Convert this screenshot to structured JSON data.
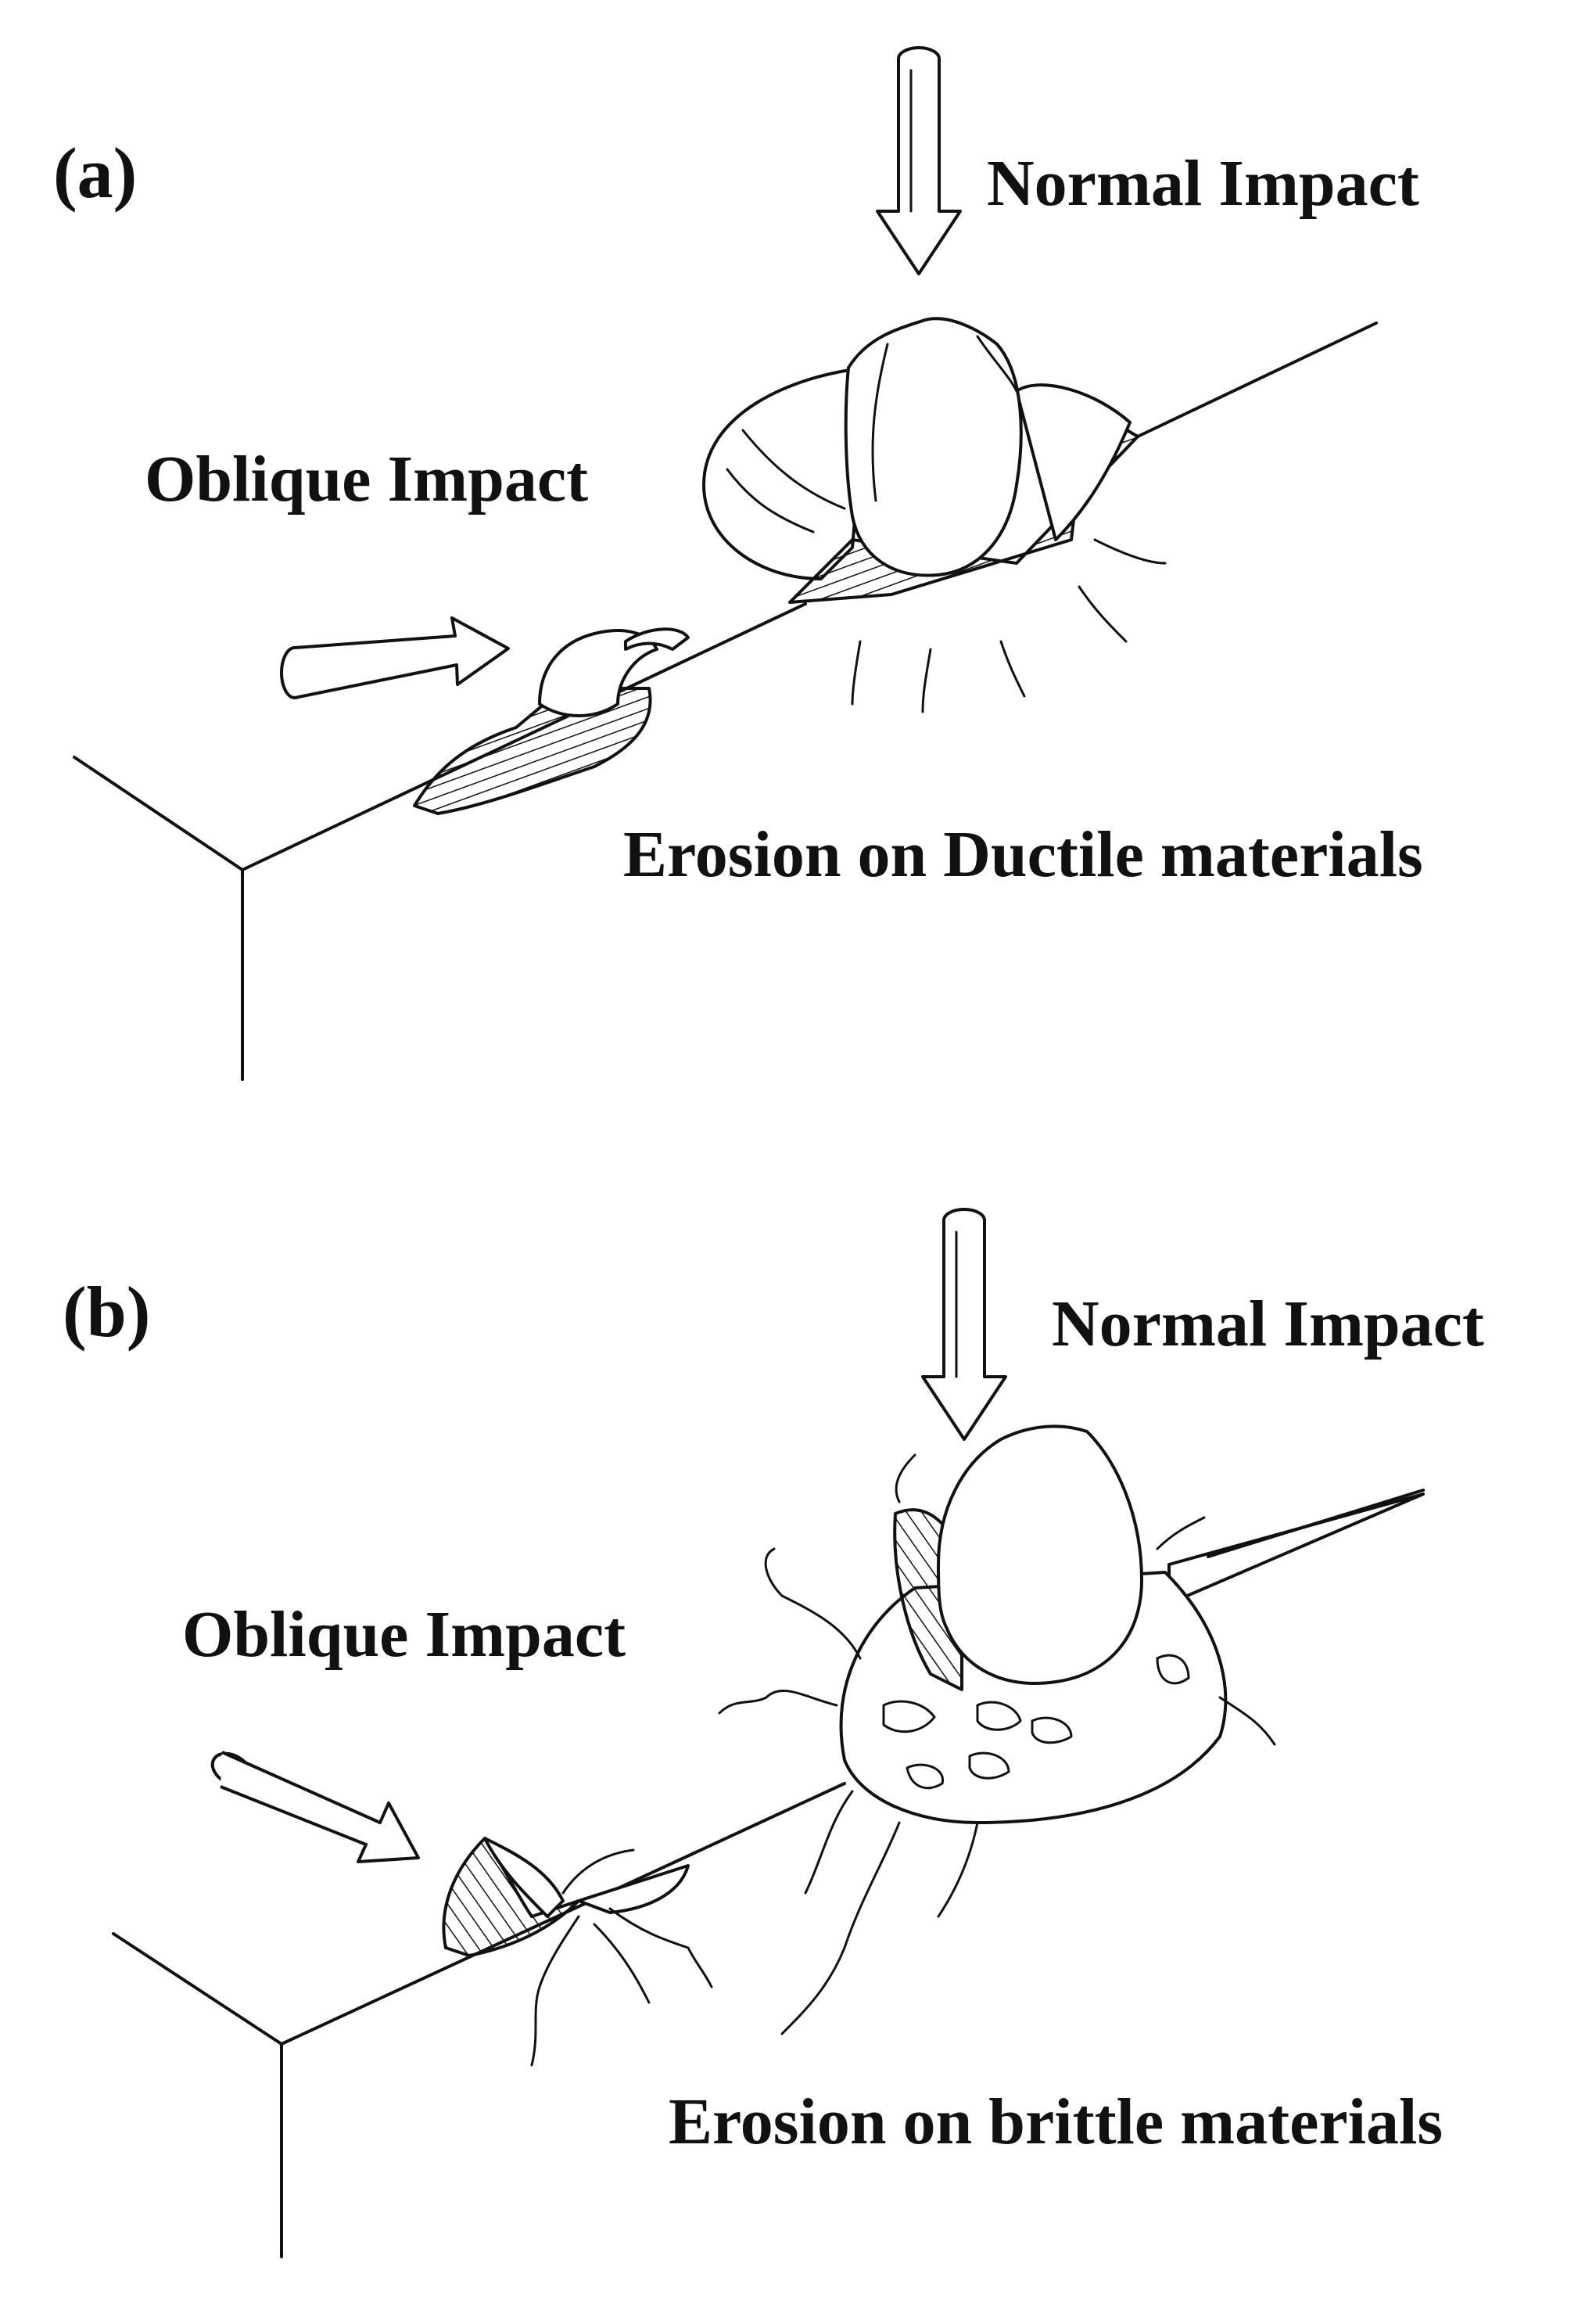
{
  "panels": [
    {
      "id": "a",
      "letter": "(a)",
      "normal_label": "Normal Impact",
      "oblique_label": "Oblique Impact",
      "caption": "Erosion on Ductile materials"
    },
    {
      "id": "b",
      "letter": "(b)",
      "normal_label": "Normal Impact",
      "oblique_label": "Oblique Impact",
      "caption": "Erosion on brittle materials"
    }
  ]
}
